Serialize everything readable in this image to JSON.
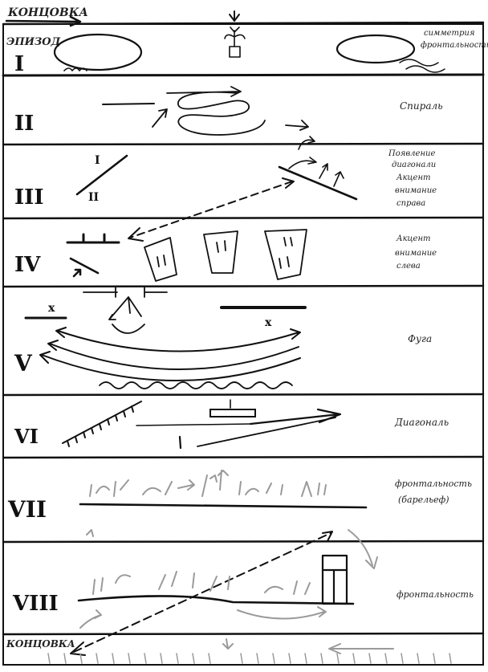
{
  "header": {
    "ending_top": "КОНЦОВКА",
    "episode_word": "ЭПИЗОД",
    "ending_bottom": "КОНЦОВКА"
  },
  "episodes": [
    {
      "numeral": "I",
      "note": [
        "симметрия",
        "фронтальность"
      ]
    },
    {
      "numeral": "II",
      "note": [
        "Спираль"
      ]
    },
    {
      "numeral": "III",
      "note": [
        "Появление",
        "диагонали",
        "Акцент",
        "внимание",
        "справа"
      ]
    },
    {
      "numeral": "IV",
      "note": [
        "Акцент",
        "внимание",
        "слева"
      ]
    },
    {
      "numeral": "V",
      "note": [
        "Фуга"
      ]
    },
    {
      "numeral": "VI",
      "note": [
        "Диагональ"
      ]
    },
    {
      "numeral": "VII",
      "note": [
        "фронтальность",
        "(барельеф)"
      ]
    },
    {
      "numeral": "VIII",
      "note": [
        "фронтальность"
      ]
    }
  ],
  "marks": {
    "num_one": "I",
    "num_two": "II",
    "cross": "x"
  }
}
